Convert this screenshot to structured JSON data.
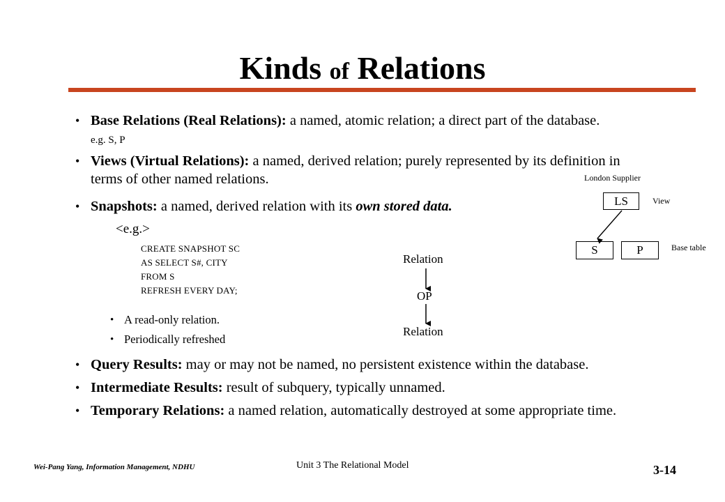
{
  "title": {
    "part1": "Kinds ",
    "part2": "of",
    "part3": " Relations"
  },
  "bullets": [
    {
      "term": "Base Relations (Real Relations):",
      "text": " a named, atomic relation; a direct part of the database.",
      "note": "e.g. S, P"
    },
    {
      "term": "Views (Virtual Relations):",
      "text": " a named, derived relation; purely  represented by its definition in terms of other named relations."
    },
    {
      "term": "Snapshots:",
      "text_a": " a named, derived relation with its ",
      "text_b": "own stored  data."
    }
  ],
  "example_tag": "<e.g.>",
  "code_lines": [
    "CREATE  SNAPSHOT  SC",
    "AS  SELECT  S#,   CITY",
    "FROM    S",
    "REFRESH  EVERY  DAY;"
  ],
  "sub_bullets": [
    "A read-only relation.",
    "Periodically refreshed"
  ],
  "bullets_bottom": [
    {
      "term": "Query Results:",
      "text": " may or may not be named, no persistent existence within the database."
    },
    {
      "term": "Intermediate Results:",
      "text": " result of subquery, typically unnamed."
    },
    {
      "term": "Temporary Relations:",
      "text": " a named relation, automatically destroyed at some appropriate time."
    }
  ],
  "op_diagram": {
    "top": "Relation",
    "op": "OP",
    "bottom": "Relation"
  },
  "view_diagram": {
    "caption": "London Supplier",
    "view_box": "LS",
    "view_label": "View",
    "base_left": "S",
    "base_right": "P",
    "base_label": "Base table"
  },
  "footer": {
    "left": "Wei-Pang Yang, Information Management, NDHU",
    "center": "Unit 3  The Relational Model",
    "right": "3-14"
  },
  "colors": {
    "accent_rule": "#c8451f"
  }
}
